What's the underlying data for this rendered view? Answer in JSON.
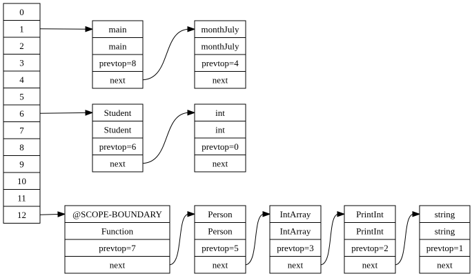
{
  "stack": [
    "0",
    "1",
    "2",
    "3",
    "4",
    "5",
    "6",
    "7",
    "8",
    "9",
    "10",
    "11",
    "12"
  ],
  "chains": [
    {
      "from_index": 1,
      "nodes": [
        {
          "id": "main",
          "fields": [
            "main",
            "main",
            "prevtop=8",
            "next"
          ]
        },
        {
          "id": "monthJuly",
          "fields": [
            "monthJuly",
            "monthJuly",
            "prevtop=4",
            "next"
          ]
        }
      ]
    },
    {
      "from_index": 6,
      "nodes": [
        {
          "id": "Student",
          "fields": [
            "Student",
            "Student",
            "prevtop=6",
            "next"
          ]
        },
        {
          "id": "int",
          "fields": [
            "int",
            "int",
            "prevtop=0",
            "next"
          ]
        }
      ]
    },
    {
      "from_index": 12,
      "nodes": [
        {
          "id": "scope-boundary",
          "fields": [
            "@SCOPE-BOUNDARY",
            "Function",
            "prevtop=7",
            "next"
          ]
        },
        {
          "id": "Person",
          "fields": [
            "Person",
            "Person",
            "prevtop=5",
            "next"
          ]
        },
        {
          "id": "IntArray",
          "fields": [
            "IntArray",
            "IntArray",
            "prevtop=3",
            "next"
          ]
        },
        {
          "id": "PrintInt",
          "fields": [
            "PrintInt",
            "PrintInt",
            "prevtop=2",
            "next"
          ]
        },
        {
          "id": "string",
          "fields": [
            "string",
            "string",
            "prevtop=1",
            "next"
          ]
        }
      ]
    }
  ]
}
